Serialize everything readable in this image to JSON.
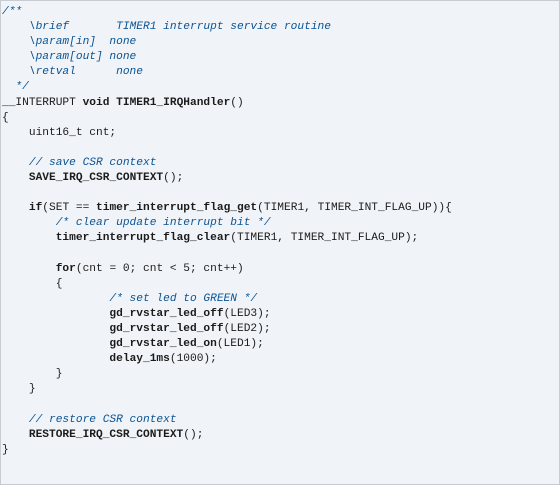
{
  "code": {
    "lines": [
      [
        {
          "t": "/**",
          "c": "comment"
        }
      ],
      [
        {
          "t": "    \\brief       TIMER1 interrupt service routine",
          "c": "comment"
        }
      ],
      [
        {
          "t": "    \\param[in]  none",
          "c": "comment"
        }
      ],
      [
        {
          "t": "    \\param[out] none",
          "c": "comment"
        }
      ],
      [
        {
          "t": "    \\retval      none",
          "c": "comment"
        }
      ],
      [
        {
          "t": "  */",
          "c": "comment"
        }
      ],
      [
        {
          "t": "__INTERRUPT ",
          "c": "plain"
        },
        {
          "t": "void",
          "c": "kw"
        },
        {
          "t": " ",
          "c": "plain"
        },
        {
          "t": "TIMER1_IRQHandler",
          "c": "fn"
        },
        {
          "t": "()",
          "c": "plain"
        }
      ],
      [
        {
          "t": "{",
          "c": "plain"
        }
      ],
      [
        {
          "t": "    uint16_t cnt;",
          "c": "plain"
        }
      ],
      [
        {
          "t": "",
          "c": "plain"
        }
      ],
      [
        {
          "t": "    // save CSR context",
          "c": "comment"
        }
      ],
      [
        {
          "t": "    ",
          "c": "plain"
        },
        {
          "t": "SAVE_IRQ_CSR_CONTEXT",
          "c": "fn"
        },
        {
          "t": "();",
          "c": "plain"
        }
      ],
      [
        {
          "t": "",
          "c": "plain"
        }
      ],
      [
        {
          "t": "    ",
          "c": "plain"
        },
        {
          "t": "if",
          "c": "kw"
        },
        {
          "t": "(SET == ",
          "c": "plain"
        },
        {
          "t": "timer_interrupt_flag_get",
          "c": "fn"
        },
        {
          "t": "(TIMER1, TIMER_INT_FLAG_UP)){",
          "c": "plain"
        }
      ],
      [
        {
          "t": "        /* clear update interrupt bit */",
          "c": "comment"
        }
      ],
      [
        {
          "t": "        ",
          "c": "plain"
        },
        {
          "t": "timer_interrupt_flag_clear",
          "c": "fn"
        },
        {
          "t": "(TIMER1, TIMER_INT_FLAG_UP);",
          "c": "plain"
        }
      ],
      [
        {
          "t": "",
          "c": "plain"
        }
      ],
      [
        {
          "t": "        ",
          "c": "plain"
        },
        {
          "t": "for",
          "c": "kw"
        },
        {
          "t": "(cnt = 0; cnt < 5; cnt++)",
          "c": "plain"
        }
      ],
      [
        {
          "t": "        {",
          "c": "plain"
        }
      ],
      [
        {
          "t": "                /* set led to GREEN */",
          "c": "comment"
        }
      ],
      [
        {
          "t": "                ",
          "c": "plain"
        },
        {
          "t": "gd_rvstar_led_off",
          "c": "fn"
        },
        {
          "t": "(LED3);",
          "c": "plain"
        }
      ],
      [
        {
          "t": "                ",
          "c": "plain"
        },
        {
          "t": "gd_rvstar_led_off",
          "c": "fn"
        },
        {
          "t": "(LED2);",
          "c": "plain"
        }
      ],
      [
        {
          "t": "                ",
          "c": "plain"
        },
        {
          "t": "gd_rvstar_led_on",
          "c": "fn"
        },
        {
          "t": "(LED1);",
          "c": "plain"
        }
      ],
      [
        {
          "t": "                ",
          "c": "plain"
        },
        {
          "t": "delay_1ms",
          "c": "fn"
        },
        {
          "t": "(1000);",
          "c": "plain"
        }
      ],
      [
        {
          "t": "        }",
          "c": "plain"
        }
      ],
      [
        {
          "t": "    }",
          "c": "plain"
        }
      ],
      [
        {
          "t": "",
          "c": "plain"
        }
      ],
      [
        {
          "t": "    // restore CSR context",
          "c": "comment"
        }
      ],
      [
        {
          "t": "    ",
          "c": "plain"
        },
        {
          "t": "RESTORE_IRQ_CSR_CONTEXT",
          "c": "fn"
        },
        {
          "t": "();",
          "c": "plain"
        }
      ],
      [
        {
          "t": "}",
          "c": "plain"
        }
      ]
    ]
  }
}
